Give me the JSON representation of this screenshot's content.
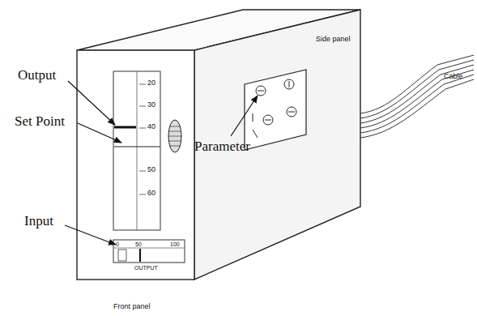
{
  "diagram": {
    "labels": [
      "Output",
      "Set Point",
      "Parameter",
      "Input",
      "Side panel",
      "Cable",
      "Front panel",
      "20",
      "30",
      "40",
      "50",
      "60",
      "0",
      "50",
      "100",
      "OUTPUT"
    ]
  }
}
